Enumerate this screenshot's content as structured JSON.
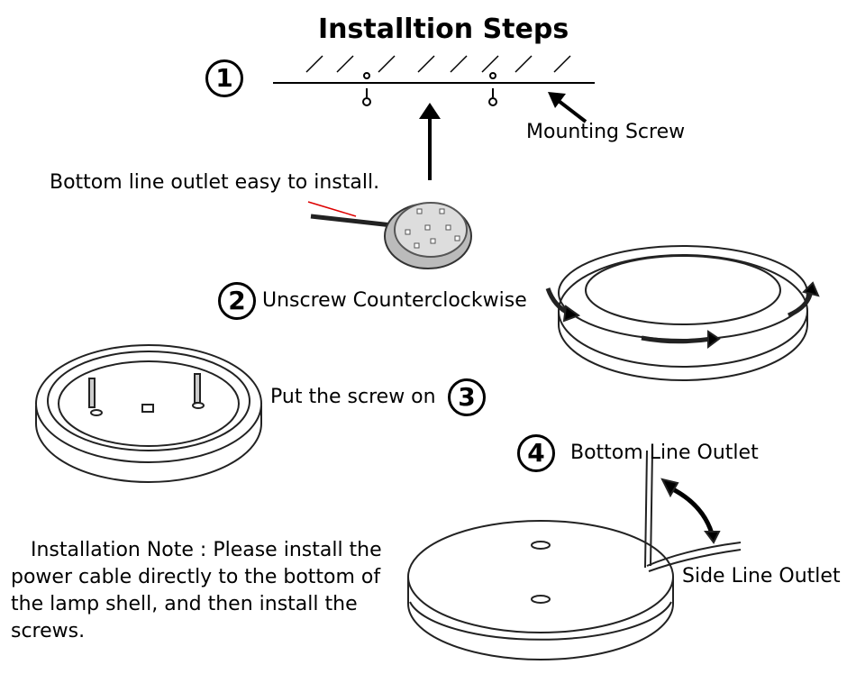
{
  "title": "Installtion Steps",
  "steps": [
    {
      "number": "1",
      "label": "Mounting Screw",
      "extra": "Bottom line outlet easy to install."
    },
    {
      "number": "2",
      "label": "Unscrew Counterclockwise"
    },
    {
      "number": "3",
      "label": "Put the screw on"
    },
    {
      "number": "4",
      "label": "Bottom Line Outlet",
      "extra": "Side Line Outlet"
    }
  ],
  "note": {
    "lines": [
      "Installation Note : Please install the",
      "power cable directly to the bottom of",
      "the lamp shell, and then install the",
      "screws."
    ]
  }
}
